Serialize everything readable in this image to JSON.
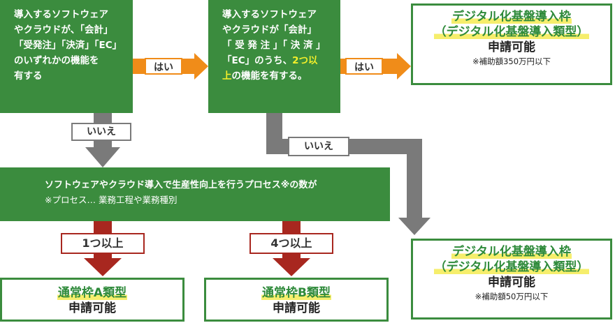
{
  "q1": {
    "lines": [
      "導入するソフトウェア",
      "やクラウドが、「会計」",
      "「受発注」「決済」「EC」",
      "のいずれかの機能を",
      "有する"
    ]
  },
  "q2": {
    "line1": "導入するソフトウェア",
    "line2": "やクラウドが「会計」",
    "line3": "「 受 発 注 」「 決 済 」",
    "line4_pre": "「EC」のうち、",
    "line4_hl": "2つ以",
    "line5_hl": "上",
    "line5_post": "の機能を有する。"
  },
  "yes1": "はい",
  "yes2": "はい",
  "no1": "いいえ",
  "no2": "いいえ",
  "result1": {
    "title1": "デジタル化基盤導入枠",
    "title2": "（デジタル化基盤導入類型）",
    "sub": "申請可能",
    "note": "※補助額350万円以下"
  },
  "result2": {
    "title1": "デジタル化基盤導入枠",
    "title2": "（デジタル化基盤導入類型）",
    "sub": "申請可能",
    "note": "※補助額50万円以下"
  },
  "q3": {
    "line1": "ソフトウェアやクラウド導入で生産性向上を行うプロセス※の数が",
    "line2": "※プロセス…  業務工程や業務種別"
  },
  "branchA": {
    "label": "1つ以上",
    "title": "通常枠A類型",
    "sub": "申請可能"
  },
  "branchB": {
    "label": "4つ以上",
    "title": "通常枠B類型",
    "sub": "申請可能"
  },
  "colors": {
    "green": "#3b8c3e",
    "orange": "#f08c19",
    "gray": "#7a7a7a",
    "darkred": "#a8271f",
    "yellow": "#f5f02a"
  }
}
